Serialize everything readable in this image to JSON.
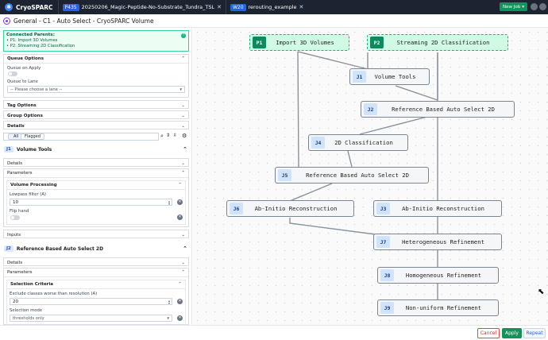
{
  "app": {
    "name": "CryoSPARC"
  },
  "tabs": [
    {
      "badge": "P435",
      "label": "20250206_Magic-Peptide-No-Substrate_Tundra_TSL"
    },
    {
      "badge": "W20",
      "label": "rerouting_example"
    }
  ],
  "header": {
    "new_job_label": "New Job"
  },
  "page": {
    "title": "General - C1 - Auto Select - CryoSPARC Volume"
  },
  "parents": {
    "heading": "Connected Parents:",
    "items": [
      "P1: Import 3D Volumes",
      "P2: Streaming 2D Classification"
    ]
  },
  "queue": {
    "heading": "Queue Options",
    "queue_on_apply_label": "Queue on Apply",
    "queue_to_lane_label": "Queue to Lane",
    "lane_placeholder": "-- Please choose a lane --"
  },
  "sections": {
    "tag": "Tag Options",
    "group": "Group Options",
    "details": "Details"
  },
  "filters": {
    "all": "All",
    "flagged": "Flagged"
  },
  "job_j1": {
    "badge": "J1",
    "title": "Volume Tools",
    "details": "Details",
    "parameters": "Parameters",
    "group_title": "Volume Processing",
    "lowpass_label": "Lowpass filter (A)",
    "lowpass_value": "10",
    "flip_label": "Flip hand",
    "inputs": "Inputs"
  },
  "job_j2": {
    "badge": "J2",
    "title": "Reference Based Auto Select 2D",
    "details": "Details",
    "parameters": "Parameters",
    "group_title": "Selection Criteria",
    "exclude_label": "Exclude classes worse than resolution (A)",
    "exclude_value": "20",
    "mode_label": "Selection mode",
    "mode_value": "thresholds only"
  },
  "graph": {
    "nodes": [
      {
        "id": "P1",
        "label": "Import 3D Volumes",
        "parent": true
      },
      {
        "id": "P2",
        "label": "Streaming 2D Classification",
        "parent": true
      },
      {
        "id": "J1",
        "label": "Volume Tools"
      },
      {
        "id": "J2",
        "label": "Reference Based Auto Select 2D"
      },
      {
        "id": "J4",
        "label": "2D Classification"
      },
      {
        "id": "J5",
        "label": "Reference Based Auto Select 2D"
      },
      {
        "id": "J6",
        "label": "Ab-Initio Reconstruction"
      },
      {
        "id": "J3",
        "label": "Ab-Initio Reconstruction"
      },
      {
        "id": "J7",
        "label": "Heterogeneous Refinement"
      },
      {
        "id": "J8",
        "label": "Homogeneous Refinement"
      },
      {
        "id": "J9",
        "label": "Non-uniform Refinement"
      }
    ]
  },
  "footer": {
    "cancel": "Cancel",
    "apply": "Apply",
    "repeat": "Repeat"
  },
  "colors": {
    "accent": "#12935c",
    "topbar": "#1c2431",
    "job_badge": "#cfe3fb",
    "parent_badge": "#0f8a5f"
  }
}
